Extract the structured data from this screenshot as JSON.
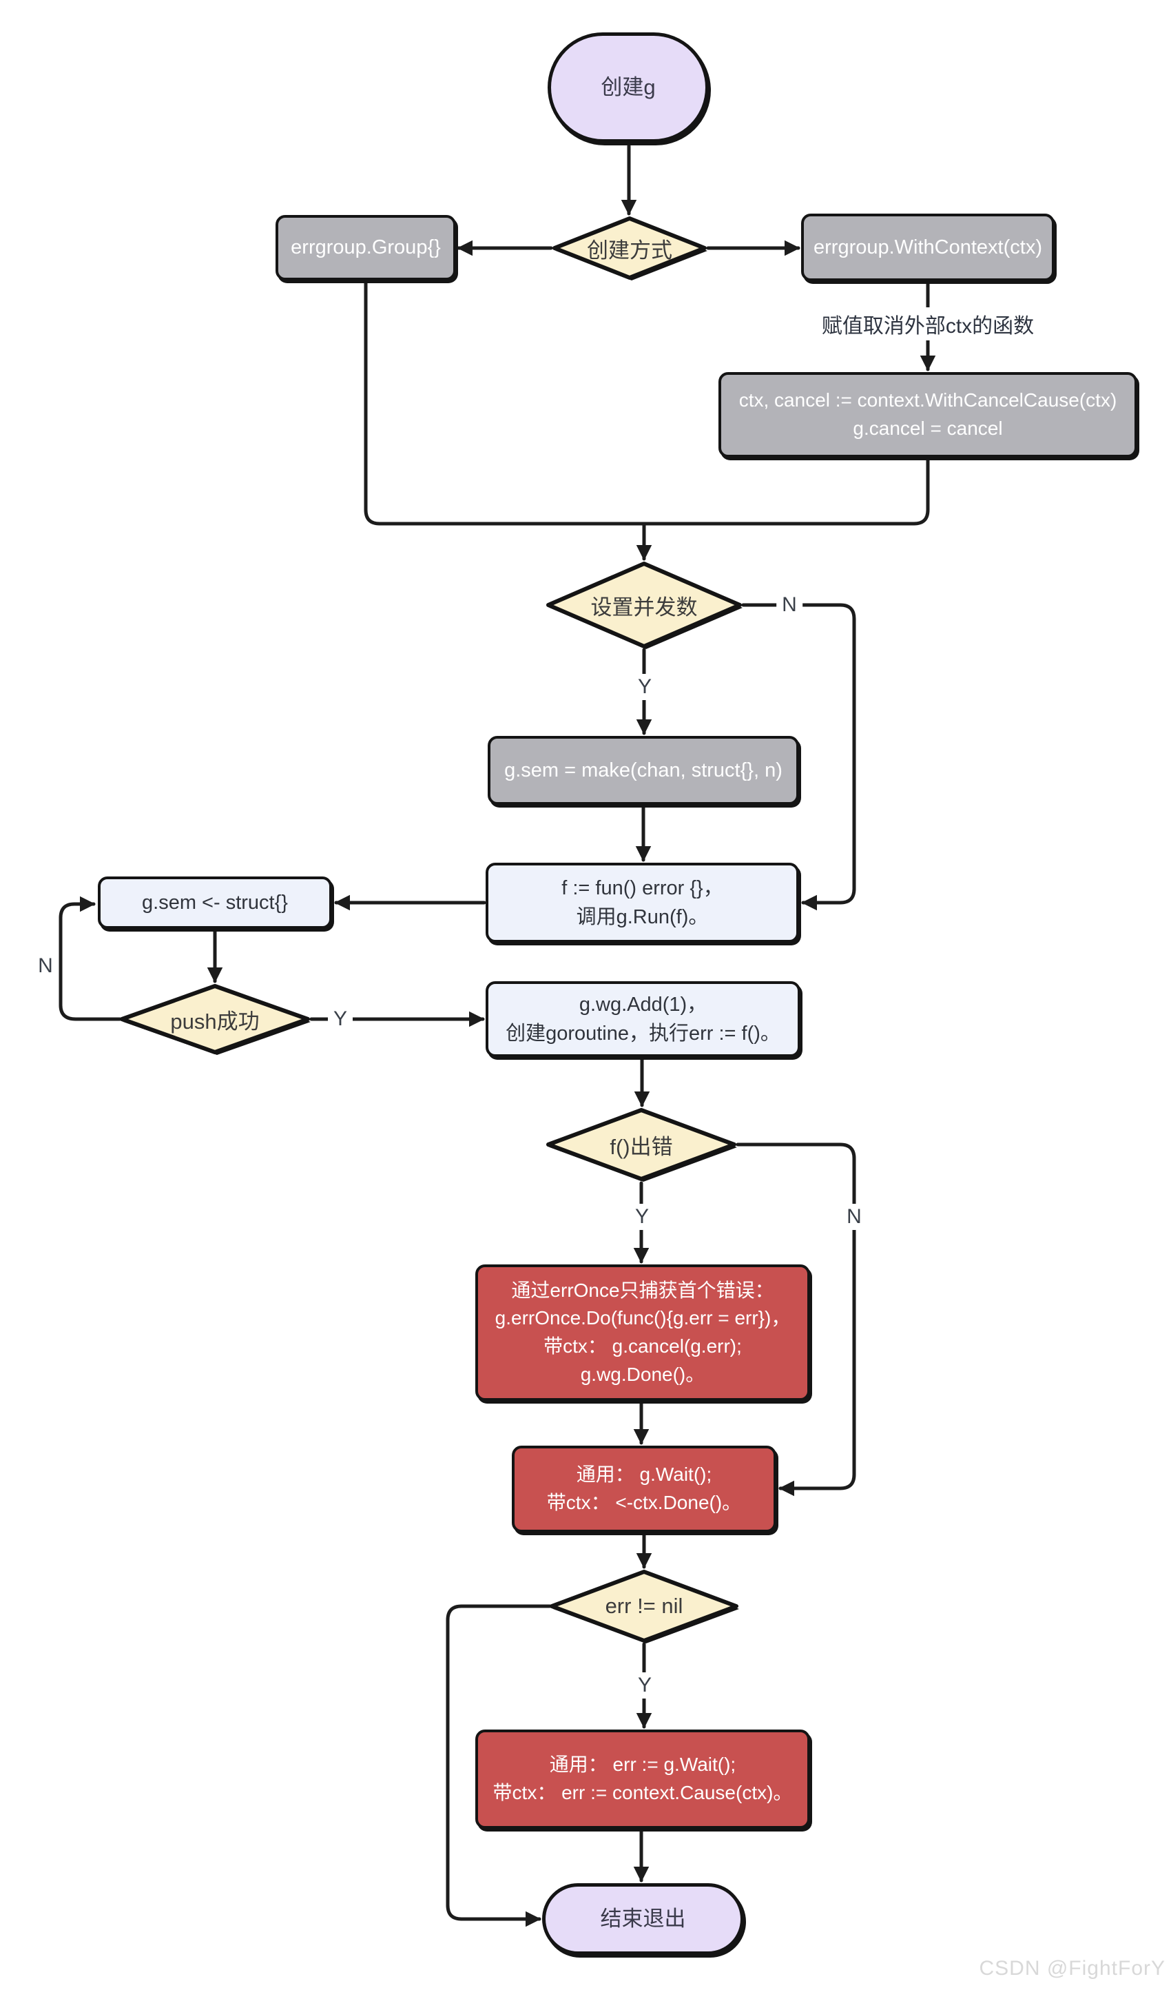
{
  "page": {
    "watermark": "CSDN @FightForY"
  },
  "colors": {
    "line": "#1c1c1c",
    "diamond_fill": "#faf0ce",
    "terminal_fill": "#e6dcf8",
    "gray_fill": "#b3b3b8",
    "blue_fill": "#eef2fb",
    "red_fill": "#c85150"
  },
  "nodes": {
    "start": {
      "label": "创建g"
    },
    "create_method": {
      "label": "创建方式"
    },
    "group_box": {
      "label": "errgroup.Group{}"
    },
    "withcontext_box": {
      "label": "errgroup.WithContext(ctx)"
    },
    "cancel_note": {
      "label": "赋值取消外部ctx的函数"
    },
    "withcancelcause_box": {
      "lines": [
        "ctx, cancel := context.WithCancelCause(ctx)",
        "g.cancel = cancel"
      ]
    },
    "set_concurrency": {
      "label": "设置并发数"
    },
    "sem_make_box": {
      "label": "g.sem = make(chan, struct{}, n)"
    },
    "run_box": {
      "lines": [
        "f := fun() error {}，",
        "调用g.Run(f)。"
      ]
    },
    "sem_push_box": {
      "label": "g.sem <- struct{}"
    },
    "push_ok": {
      "label": "push成功"
    },
    "wg_add_box": {
      "lines": [
        "g.wg.Add(1)，",
        "创建goroutine，执行err := f()。"
      ]
    },
    "f_error": {
      "label": "f()出错"
    },
    "err_once_box": {
      "lines": [
        "通过errOnce只捕获首个错误：",
        "g.errOnce.Do(func(){g.err = err})，",
        "带ctx： g.cancel(g.err);",
        "g.wg.Done()。"
      ]
    },
    "wait_box": {
      "lines": [
        "通用： g.Wait();",
        "带ctx： <-ctx.Done()。"
      ]
    },
    "err_check": {
      "label": "err != nil"
    },
    "result_box": {
      "lines": [
        "通用： err := g.Wait();",
        "带ctx： err := context.Cause(ctx)。"
      ]
    },
    "end": {
      "label": "结束退出"
    }
  },
  "edge_labels": {
    "concurrency_no": "N",
    "concurrency_yes": "Y",
    "push_no": "N",
    "push_yes": "Y",
    "ferror_yes": "Y",
    "ferror_no": "N",
    "errnil_yes": "Y"
  }
}
